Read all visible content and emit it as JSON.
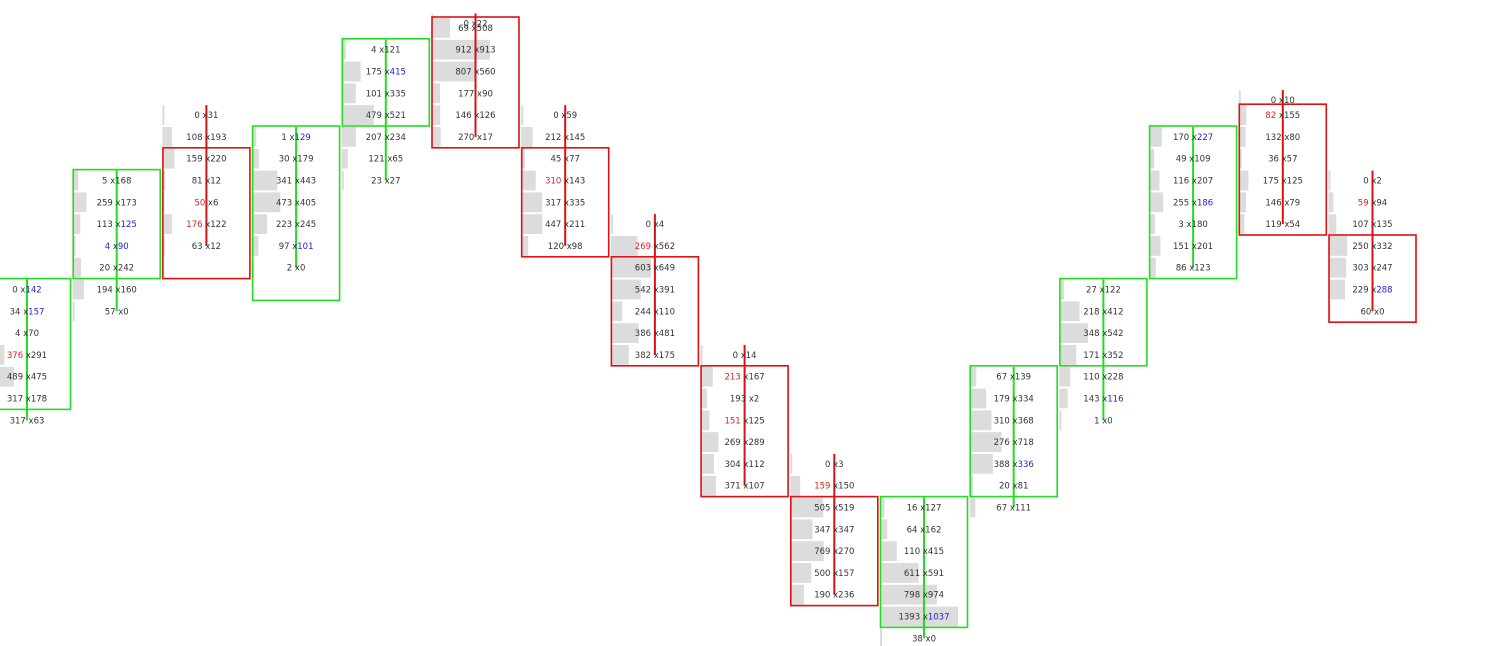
{
  "chart_data": {
    "type": "footprint",
    "colors": {
      "bullish": "#22dd22",
      "bearish": "#dd1111",
      "volume_bar": "#dcdcdc",
      "text": "#333333",
      "imbalance_buy": "#2222cc",
      "imbalance_sell": "#dd2222"
    },
    "price_levels": {
      "top_level": 0,
      "bottom_level": 29
    },
    "bars": [
      {
        "dir": "up",
        "open": 17,
        "close": 12,
        "levels": [
          {
            "level": 12,
            "bid": "0",
            "ask": "142",
            "ask_hl": "blue"
          },
          {
            "level": 13,
            "bid": "34",
            "ask": "157",
            "ask_hl": "blue"
          },
          {
            "level": 14,
            "bid": "4",
            "ask": "70"
          },
          {
            "level": 15,
            "bid": "376",
            "ask": "291",
            "bid_hl": "red"
          },
          {
            "level": 16,
            "bid": "489",
            "ask": "475"
          },
          {
            "level": 17,
            "bid": "317",
            "ask": "178"
          },
          {
            "level": 18,
            "bid": "317",
            "ask": "63"
          }
        ]
      },
      {
        "dir": "up",
        "open": 11,
        "close": 7,
        "levels": [
          {
            "level": 7,
            "bid": "5",
            "ask": "168"
          },
          {
            "level": 8,
            "bid": "259",
            "ask": "173"
          },
          {
            "level": 9,
            "bid": "113",
            "ask": "125",
            "ask_hl": "blue"
          },
          {
            "level": 10,
            "bid": "4",
            "ask": "90",
            "bid_hl": "blue",
            "ask_hl": "blue"
          },
          {
            "level": 11,
            "bid": "20",
            "ask": "242"
          },
          {
            "level": 12,
            "bid": "194",
            "ask": "160"
          },
          {
            "level": 13,
            "bid": "57",
            "ask": "0"
          }
        ]
      },
      {
        "dir": "down",
        "open": 6,
        "close": 11,
        "levels": [
          {
            "level": 4,
            "bid": "0",
            "ask": "31"
          },
          {
            "level": 5,
            "bid": "108",
            "ask": "193"
          },
          {
            "level": 6,
            "bid": "159",
            "ask": "220"
          },
          {
            "level": 7,
            "bid": "81",
            "ask": "12"
          },
          {
            "level": 8,
            "bid": "50",
            "ask": "6",
            "bid_hl": "red"
          },
          {
            "level": 9,
            "bid": "176",
            "ask": "122",
            "bid_hl": "red"
          },
          {
            "level": 10,
            "bid": "63",
            "ask": "12"
          }
        ]
      },
      {
        "dir": "up",
        "open": 12,
        "close": 5,
        "levels": [
          {
            "level": 5,
            "bid": "1",
            "ask": "129",
            "ask_hl": "blue"
          },
          {
            "level": 6,
            "bid": "30",
            "ask": "179"
          },
          {
            "level": 7,
            "bid": "341",
            "ask": "443"
          },
          {
            "level": 8,
            "bid": "473",
            "ask": "405"
          },
          {
            "level": 9,
            "bid": "223",
            "ask": "245"
          },
          {
            "level": 10,
            "bid": "97",
            "ask": "101",
            "ask_hl": "blue"
          },
          {
            "level": 11,
            "bid": "2",
            "ask": "0"
          }
        ]
      },
      {
        "dir": "up",
        "open": 4,
        "close": 1,
        "levels": [
          {
            "level": 1,
            "bid": "4",
            "ask": "121"
          },
          {
            "level": 2,
            "bid": "175",
            "ask": "415",
            "ask_hl": "blue"
          },
          {
            "level": 3,
            "bid": "101",
            "ask": "335"
          },
          {
            "level": 4,
            "bid": "479",
            "ask": "521"
          },
          {
            "level": 5,
            "bid": "207",
            "ask": "234"
          },
          {
            "level": 6,
            "bid": "121",
            "ask": "65"
          },
          {
            "level": 7,
            "bid": "23",
            "ask": "27"
          }
        ]
      },
      {
        "dir": "down",
        "open": 0,
        "close": 5,
        "levels": [
          {
            "level": -0.2,
            "bid": "0",
            "ask": "22"
          },
          {
            "level": 0,
            "bid": "69",
            "ask": "508"
          },
          {
            "level": 1,
            "bid": "912",
            "ask": "913"
          },
          {
            "level": 2,
            "bid": "807",
            "ask": "560"
          },
          {
            "level": 3,
            "bid": "177",
            "ask": "90"
          },
          {
            "level": 4,
            "bid": "146",
            "ask": "126"
          },
          {
            "level": 5,
            "bid": "270",
            "ask": "17"
          }
        ]
      },
      {
        "dir": "down",
        "open": 6,
        "close": 10,
        "levels": [
          {
            "level": 4,
            "bid": "0",
            "ask": "59"
          },
          {
            "level": 5,
            "bid": "212",
            "ask": "145"
          },
          {
            "level": 6,
            "bid": "45",
            "ask": "77"
          },
          {
            "level": 7,
            "bid": "310",
            "ask": "143",
            "bid_hl": "red"
          },
          {
            "level": 8,
            "bid": "317",
            "ask": "335"
          },
          {
            "level": 9,
            "bid": "447",
            "ask": "211"
          },
          {
            "level": 10,
            "bid": "120",
            "ask": "98"
          }
        ]
      },
      {
        "dir": "down",
        "open": 11,
        "close": 15,
        "levels": [
          {
            "level": 9,
            "bid": "0",
            "ask": "4"
          },
          {
            "level": 10,
            "bid": "269",
            "ask": "562",
            "bid_hl": "red"
          },
          {
            "level": 11,
            "bid": "603",
            "ask": "649"
          },
          {
            "level": 12,
            "bid": "542",
            "ask": "391"
          },
          {
            "level": 13,
            "bid": "244",
            "ask": "110"
          },
          {
            "level": 14,
            "bid": "386",
            "ask": "481"
          },
          {
            "level": 15,
            "bid": "382",
            "ask": "175"
          }
        ]
      },
      {
        "dir": "down",
        "open": 16,
        "close": 21,
        "levels": [
          {
            "level": 15,
            "bid": "0",
            "ask": "14"
          },
          {
            "level": 16,
            "bid": "213",
            "ask": "167",
            "bid_hl": "red"
          },
          {
            "level": 17,
            "bid": "193",
            "ask": "2"
          },
          {
            "level": 18,
            "bid": "151",
            "ask": "125",
            "bid_hl": "red"
          },
          {
            "level": 19,
            "bid": "269",
            "ask": "289"
          },
          {
            "level": 20,
            "bid": "304",
            "ask": "112"
          },
          {
            "level": 21,
            "bid": "371",
            "ask": "107"
          }
        ]
      },
      {
        "dir": "down",
        "open": 22,
        "close": 26,
        "levels": [
          {
            "level": 20,
            "bid": "0",
            "ask": "3"
          },
          {
            "level": 21,
            "bid": "159",
            "ask": "150",
            "bid_hl": "red"
          },
          {
            "level": 22,
            "bid": "505",
            "ask": "519"
          },
          {
            "level": 23,
            "bid": "347",
            "ask": "347"
          },
          {
            "level": 24,
            "bid": "769",
            "ask": "270"
          },
          {
            "level": 25,
            "bid": "500",
            "ask": "157"
          },
          {
            "level": 26,
            "bid": "190",
            "ask": "236"
          }
        ]
      },
      {
        "dir": "up",
        "open": 27,
        "close": 22,
        "levels": [
          {
            "level": 22,
            "bid": "16",
            "ask": "127"
          },
          {
            "level": 23,
            "bid": "64",
            "ask": "162"
          },
          {
            "level": 24,
            "bid": "110",
            "ask": "415"
          },
          {
            "level": 25,
            "bid": "611",
            "ask": "591"
          },
          {
            "level": 26,
            "bid": "798",
            "ask": "974"
          },
          {
            "level": 27,
            "bid": "1393",
            "ask": "1037",
            "ask_hl": "blue"
          },
          {
            "level": 28,
            "bid": "38",
            "ask": "0"
          }
        ]
      },
      {
        "dir": "up",
        "open": 21,
        "close": 16,
        "levels": [
          {
            "level": 16,
            "bid": "67",
            "ask": "139"
          },
          {
            "level": 17,
            "bid": "179",
            "ask": "334"
          },
          {
            "level": 18,
            "bid": "310",
            "ask": "368"
          },
          {
            "level": 19,
            "bid": "276",
            "ask": "718"
          },
          {
            "level": 20,
            "bid": "388",
            "ask": "336",
            "ask_hl": "blue"
          },
          {
            "level": 21,
            "bid": "20",
            "ask": "81"
          },
          {
            "level": 22,
            "bid": "67",
            "ask": "111"
          }
        ]
      },
      {
        "dir": "up",
        "open": 15,
        "close": 12,
        "levels": [
          {
            "level": 12,
            "bid": "27",
            "ask": "122"
          },
          {
            "level": 13,
            "bid": "218",
            "ask": "412"
          },
          {
            "level": 14,
            "bid": "348",
            "ask": "542"
          },
          {
            "level": 15,
            "bid": "171",
            "ask": "352"
          },
          {
            "level": 16,
            "bid": "110",
            "ask": "228"
          },
          {
            "level": 17,
            "bid": "143",
            "ask": "116",
            "ask_hl": "blue"
          },
          {
            "level": 18,
            "bid": "1",
            "ask": "0"
          }
        ]
      },
      {
        "dir": "up",
        "open": 11,
        "close": 5,
        "levels": [
          {
            "level": 5,
            "bid": "170",
            "ask": "227",
            "ask_hl": "blue"
          },
          {
            "level": 6,
            "bid": "49",
            "ask": "109"
          },
          {
            "level": 7,
            "bid": "116",
            "ask": "207"
          },
          {
            "level": 8,
            "bid": "255",
            "ask": "186",
            "ask_hl": "blue"
          },
          {
            "level": 9,
            "bid": "3",
            "ask": "180"
          },
          {
            "level": 10,
            "bid": "151",
            "ask": "201"
          },
          {
            "level": 11,
            "bid": "86",
            "ask": "123"
          }
        ]
      },
      {
        "dir": "down",
        "open": 4,
        "close": 9,
        "levels": [
          {
            "level": 3.3,
            "bid": "0",
            "ask": "10"
          },
          {
            "level": 4,
            "bid": "82",
            "ask": "155",
            "bid_hl": "red"
          },
          {
            "level": 5,
            "bid": "132",
            "ask": "80"
          },
          {
            "level": 6,
            "bid": "36",
            "ask": "57"
          },
          {
            "level": 7,
            "bid": "175",
            "ask": "125"
          },
          {
            "level": 8,
            "bid": "146",
            "ask": "79"
          },
          {
            "level": 9,
            "bid": "119",
            "ask": "54"
          }
        ]
      },
      {
        "dir": "down",
        "open": 10,
        "close": 13,
        "levels": [
          {
            "level": 7,
            "bid": "0",
            "ask": "2"
          },
          {
            "level": 8,
            "bid": "59",
            "ask": "94",
            "bid_hl": "red"
          },
          {
            "level": 9,
            "bid": "107",
            "ask": "135"
          },
          {
            "level": 10,
            "bid": "250",
            "ask": "332"
          },
          {
            "level": 11,
            "bid": "303",
            "ask": "247"
          },
          {
            "level": 12,
            "bid": "229",
            "ask": "288",
            "ask_hl": "blue"
          },
          {
            "level": 13,
            "bid": "60",
            "ask": "0"
          }
        ]
      }
    ]
  }
}
